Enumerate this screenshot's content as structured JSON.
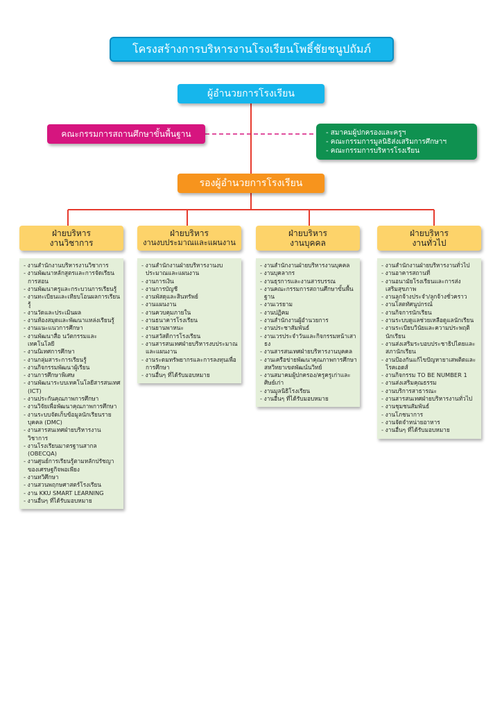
{
  "title": "โครงสร้างการบริหารงานโรงเรียนโพธิ์ชัยชนูปถัมภ์",
  "director": "ผู้อำนวยการโรงเรียน",
  "board": "คณะกรรมการสถานศึกษาขั้นพื้นฐาน",
  "associations": [
    "สมาคมผู้ปกครองและครูฯ",
    "คณะกรรมการมูลนิธิส่งเสริมการศึกษาฯ",
    "คณะกรรมการบริหารโรงเรียน"
  ],
  "deputy": "รองผู้อำนวยการโรงเรียน",
  "departments": [
    {
      "line1": "ฝ่ายบริหาร",
      "line2": "งานวิชาการ",
      "items": [
        "งานสำนักงานบริหารงานวิชาการ",
        "งานพัฒนาหลักสูตรและการจัดเรียนการสอน",
        "งานพัฒนาครูและกระบวนการเรียนรู้",
        "งานทะเบียนและเทียบโอนผลการเรียนรู้",
        "งานวัดและประเมินผล",
        "งานห้องสมุดและพัฒนาแหล่งเรียนรู้",
        "งานแนะแนวการศึกษา",
        "งานพัฒนาสื่อ นวัตกรรมและเทคโนโลยี",
        "งานนิเทศการศึกษา",
        "งานกลุ่มสาระการเรียนรู้",
        "งานกิจกรรมพัฒนาผู้เรียน",
        "งานการศึกษาพิเศษ",
        "งานพัฒนาระบบเทคโนโลยีสารสนเทศ (ICT)",
        "งานประกันคุณภาพการศึกษา",
        "งานวิจัยเพื่อพัฒนาคุณภาพการศึกษา",
        "งานระบบจัดเก็บข้อมูลนักเรียนรายบุคคล (DMC)",
        "งานสารสนเทศฝ่ายบริหารงานวิชาการ",
        "งานโรงเรียนมาตรฐานสากล (OBECQA)",
        "งานศูนย์การเรียนรู้ตามหลักปรัชญาของเศรษฐกิจพอเพียง",
        "งานทวิศึกษา",
        "งานสวนพฤกษศาสตร์โรงเรียน",
        "งาน KKU SMART LEARNING",
        "งานอื่นๆ ที่ได้รับมอบหมาย"
      ]
    },
    {
      "line1": "ฝ่ายบริหาร",
      "line2": "งานงบประมาณและแผนงาน",
      "items": [
        "งานสำนักงานฝ่ายบริหารงานงบประมาณและแผนงาน",
        "งานการเงิน",
        "งานการบัญชี",
        "งานพัสดุและสินทรัพย์",
        "งานแผนงาน",
        "งานควบคุมภายใน",
        "งานธนาคารโรงเรียน",
        "งานยานพาหนะ",
        "งานสวัสดิการโรงเรียน",
        "งานสารสนเทศฝ่ายบริหารงบประมาณและแผนงาน",
        "งานระดมทรัพยากรและการลงทุนเพื่อการศึกษา",
        "งานอื่นๆ ที่ได้รับมอบหมาย"
      ]
    },
    {
      "line1": "ฝ่ายบริหาร",
      "line2": "งานบุคคล",
      "items": [
        "งานสำนักงานฝ่ายบริหารงานบุคคล",
        "งานบุคลากร",
        "งานธุรการและงานสารบรรณ",
        "งานคณะกรรมการสถานศึกษาขั้นพื้นฐาน",
        "งานเวรยาม",
        "งานปฏิคม",
        "งานสำนักงานผู้อำนวยการ",
        "งานประชาสัมพันธ์",
        "งานเวรประจำวันและกิจกรรมหน้าเสาธง",
        "งานสารสนเทศฝ่ายบริหารงานบุคคล",
        "งานเครือข่ายพัฒนาคุณภาพการศึกษาสหวิทยาเขตพัฒน์นวิทย์",
        "งานสมาคมผู้ปกครอง/ครูครูเก่าและศิษย์เก่า",
        "งานมูลนิธิโรงเรียน",
        "งานอื่นๆ ที่ได้รับมอบหมาย"
      ]
    },
    {
      "line1": "ฝ่ายบริหาร",
      "line2": "งานทั่วไป",
      "items": [
        "งานสำนักงานฝ่ายบริหารงานทั่วไป",
        "งานอาคารสถานที่",
        "งานอนามัยโรงเรียนและการส่งเสริมสุขภาพ",
        "งานลูกจ้างประจำ/ลูกจ้างชั่วคราว",
        "งานโสตทัศนูปกรณ์",
        "งานกิจการนักเรียน",
        "งานระบบดูแลช่วยเหลือดูแลนักเรียน",
        "งานระเบียบวินัยและความประพฤตินักเรียน",
        "งานส่งเสริมระบอบประชาธิปไตยและสภานักเรียน",
        "งานป้องกันแก้ไขปัญหายาเสพติดและโรคเอดส์",
        "งานกิจกรรม TO BE NUMBER 1",
        "งานส่งเสริมคุณธรรม",
        "งานบริการสาธารณะ",
        "งานสารสนเทศฝ่ายบริหารงานทั่วไป",
        " งานชุมชนสัมพันธ์",
        "งานโภชนาการ",
        "งานจัดจำหน่ายอาหาร",
        "งานอื่นๆ ที่ได้รับมอบหมาย"
      ]
    }
  ]
}
